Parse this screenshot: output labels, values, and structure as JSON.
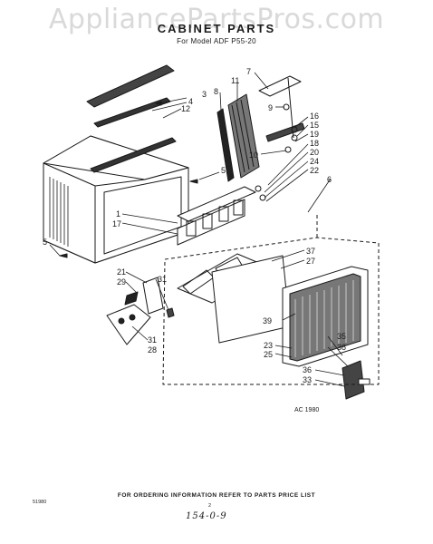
{
  "watermark": "AppliancePartsPros.com",
  "title": "CABINET PARTS",
  "subtitle": "For Model ADF P55-20",
  "part_labels": [
    {
      "id": "p7",
      "text": "7"
    },
    {
      "id": "p11",
      "text": "11"
    },
    {
      "id": "p8",
      "text": "8"
    },
    {
      "id": "p3",
      "text": "3"
    },
    {
      "id": "p4",
      "text": "4"
    },
    {
      "id": "p12",
      "text": "12"
    },
    {
      "id": "p9",
      "text": "9"
    },
    {
      "id": "p16",
      "text": "16"
    },
    {
      "id": "p15",
      "text": "15"
    },
    {
      "id": "p19",
      "text": "19"
    },
    {
      "id": "p10",
      "text": "10"
    },
    {
      "id": "p18",
      "text": "18"
    },
    {
      "id": "p20",
      "text": "20"
    },
    {
      "id": "p24",
      "text": "24"
    },
    {
      "id": "p22",
      "text": "22"
    },
    {
      "id": "p6",
      "text": "6"
    },
    {
      "id": "p5a",
      "text": "5"
    },
    {
      "id": "p1",
      "text": "1"
    },
    {
      "id": "p17",
      "text": "17"
    },
    {
      "id": "p5b",
      "text": "5"
    },
    {
      "id": "p37",
      "text": "37"
    },
    {
      "id": "p27",
      "text": "27"
    },
    {
      "id": "p21",
      "text": "21"
    },
    {
      "id": "p29",
      "text": "29"
    },
    {
      "id": "p31a",
      "text": "31"
    },
    {
      "id": "p39",
      "text": "39"
    },
    {
      "id": "p31b",
      "text": "31"
    },
    {
      "id": "p28",
      "text": "28"
    },
    {
      "id": "p35",
      "text": "35"
    },
    {
      "id": "p23",
      "text": "23"
    },
    {
      "id": "p38",
      "text": "38"
    },
    {
      "id": "p25",
      "text": "25"
    },
    {
      "id": "p36",
      "text": "36"
    },
    {
      "id": "p33",
      "text": "33"
    }
  ],
  "drawing_code": "AC 1980",
  "footer": {
    "ordering_note": "FOR ORDERING INFORMATION REFER TO PARTS PRICE LIST",
    "left_code": "51980",
    "page_number": "2",
    "handwritten": "154-0-9"
  },
  "colors": {
    "ink": "#1a1a1a",
    "watermark": "#d9d9d9",
    "paper": "#ffffff"
  }
}
